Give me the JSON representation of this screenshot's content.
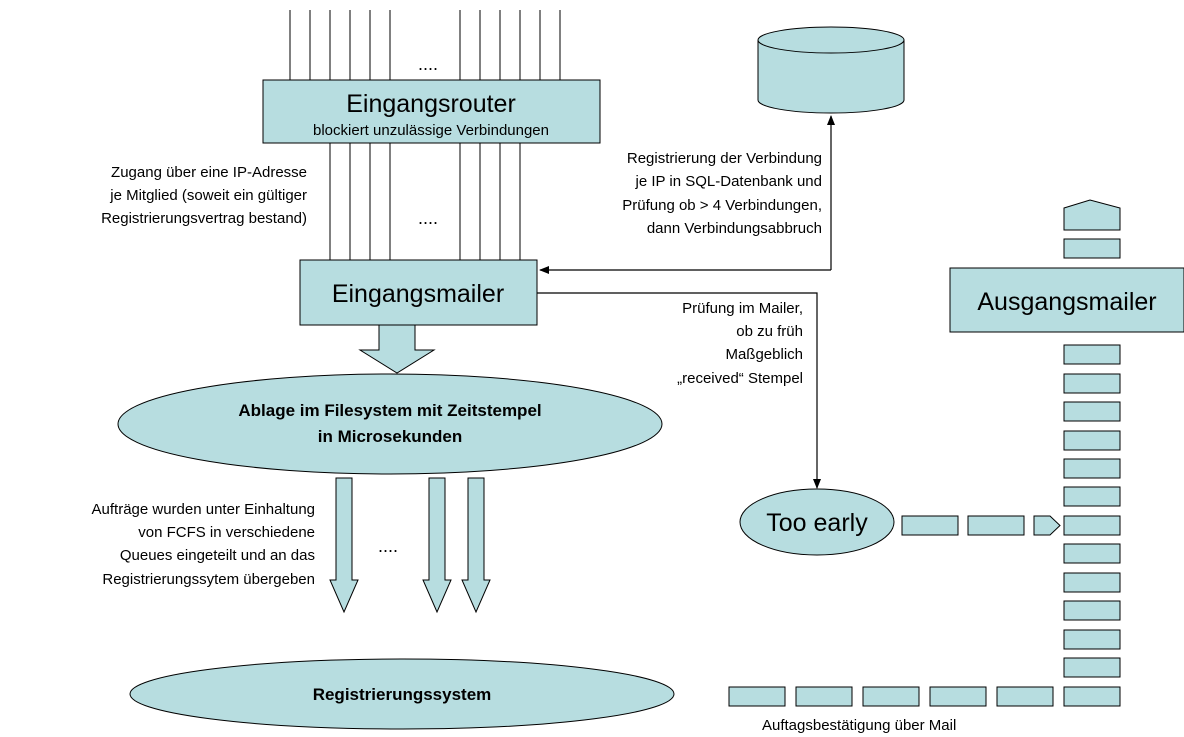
{
  "colors": {
    "fill": "#b7dde0",
    "stroke": "#000000",
    "background": "#ffffff"
  },
  "boxes": {
    "eingangsrouter_title": "Eingangsrouter",
    "eingangsrouter_subtitle": "blockiert unzulässige Verbindungen",
    "eingangsmailer": "Eingangsmailer",
    "ausgangsmailer": "Ausgangsmailer"
  },
  "ellipses": {
    "ablage_line1": "Ablage im Filesystem mit Zeitstempel",
    "ablage_line2": "in Microsekunden",
    "registrierungssystem": "Registrierungssystem",
    "too_early": "Too early"
  },
  "annotations": {
    "zugang": [
      "Zugang über eine  IP-Adresse",
      "je Mitglied (soweit ein gültiger",
      "Registrierungsvertrag bestand)"
    ],
    "registrierung": [
      "Registrierung der Verbindung",
      "je IP in SQL-Datenbank und",
      "Prüfung ob > 4 Verbindungen,",
      "dann Verbindungsabbruch"
    ],
    "pruefung": [
      "Prüfung im Mailer,",
      "ob zu früh",
      "Maßgeblich",
      "„received“ Stempel"
    ],
    "auftraege": [
      "Aufträge wurden unter Einhaltung",
      "von FCFS in verschiedene",
      "Queues  eingeteilt und an das",
      "Registrierungssytem übergeben"
    ],
    "bestaetigung": "Auftagsbestätigung über Mail"
  },
  "ellipsis_dots": {
    "top": "....",
    "middle": "....",
    "queues": "...."
  }
}
